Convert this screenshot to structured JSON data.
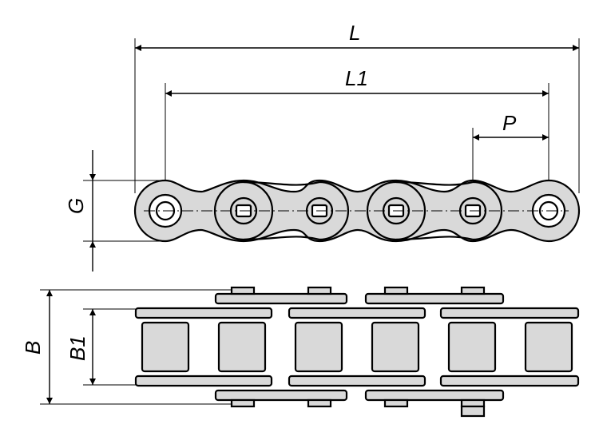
{
  "labels": {
    "L": "L",
    "L1": "L1",
    "P": "P",
    "G": "G",
    "B": "B",
    "B1": "B1"
  },
  "colors": {
    "part_fill": "#d9d9d9",
    "outline": "#000000",
    "background": "#ffffff"
  }
}
